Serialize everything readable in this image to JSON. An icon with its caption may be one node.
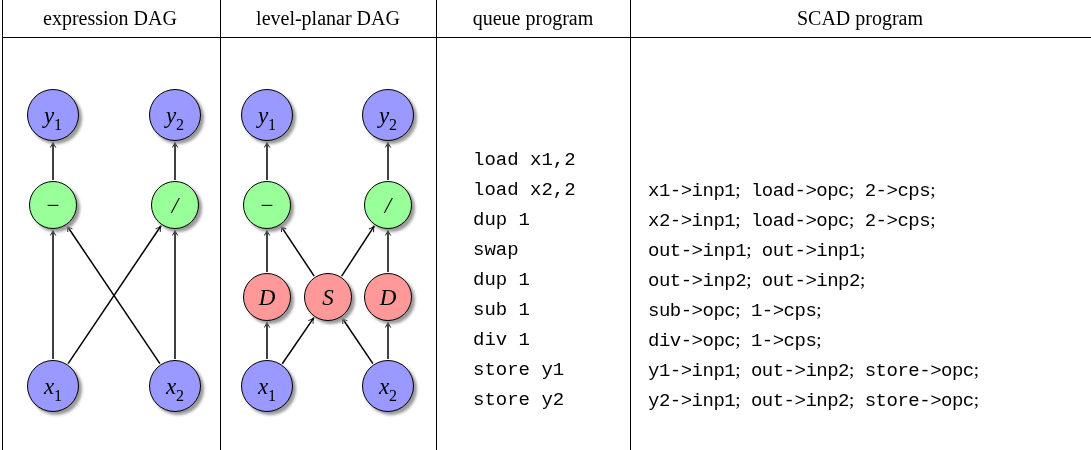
{
  "diagram": {
    "nodes": [
      {
        "text": [
          "y$_{1}$"
        ]
      },
      {
        "text": [
          "y$_{2}$"
        ]
      },
      {
        "text": [
          "−"
        ]
      },
      {
        "text": [
          "/"
        ]
      },
      {
        "text": [
          "x$_{1}$"
        ]
      },
      {
        "text": [
          "x$_{2}$"
        ]
      },
      {
        "text": [
          "y$_{1}$"
        ]
      },
      {
        "text": [
          "y$_{2}$"
        ]
      },
      {
        "text": [
          "−"
        ]
      },
      {
        "text": [
          "/"
        ]
      },
      {
        "text": [
          "D"
        ]
      },
      {
        "text": [
          "S"
        ]
      },
      {
        "text": [
          "D"
        ]
      },
      {
        "text": [
          "x$_{1}$"
        ]
      },
      {
        "text": [
          "x$_{2}$"
        ]
      }
    ],
    "edges": [
      {
        "from": 2,
        "to": 0,
        "arrow": "to"
      },
      {
        "from": 3,
        "to": 1,
        "arrow": "to"
      },
      {
        "from": 4,
        "to": 2,
        "arrow": "to"
      },
      {
        "from": 4,
        "to": 3,
        "arrow": "to"
      },
      {
        "from": 5,
        "to": 2,
        "arrow": "to"
      },
      {
        "from": 5,
        "to": 3,
        "arrow": "to"
      },
      {
        "from": 8,
        "to": 6,
        "arrow": "to"
      },
      {
        "from": 9,
        "to": 7,
        "arrow": "to"
      },
      {
        "from": 10,
        "to": 8,
        "arrow": "to"
      },
      {
        "from": 11,
        "to": 8,
        "arrow": "to"
      },
      {
        "from": 11,
        "to": 9,
        "arrow": "to"
      },
      {
        "from": 12,
        "to": 9,
        "arrow": "to"
      },
      {
        "from": 13,
        "to": 10,
        "arrow": "to"
      },
      {
        "from": 13,
        "to": 11,
        "arrow": "to"
      },
      {
        "from": 14,
        "to": 11,
        "arrow": "to"
      },
      {
        "from": 14,
        "to": 12,
        "arrow": "to"
      }
    ],
    "labels": [
      "expression DAG",
      "level-planar DAG",
      "queue program",
      "SCAD program",
      "load x1,2",
      "load x2,2",
      "dup 1",
      "swap",
      "dup 1",
      "sub 1",
      "div 1",
      "store y1",
      "store y2",
      "x1->inp1; load->opc; 2->cps;",
      "x2->inp1; load->opc; 2->cps;",
      "out->inp1; out->inp1;",
      "out->inp2; out->inp2;",
      "sub->opc; 1->cps;",
      "div->opc; 1->cps;",
      "y1->inp1; out->inp2; store->opc;",
      "y2->inp1; out->inp2; store->opc;"
    ]
  }
}
